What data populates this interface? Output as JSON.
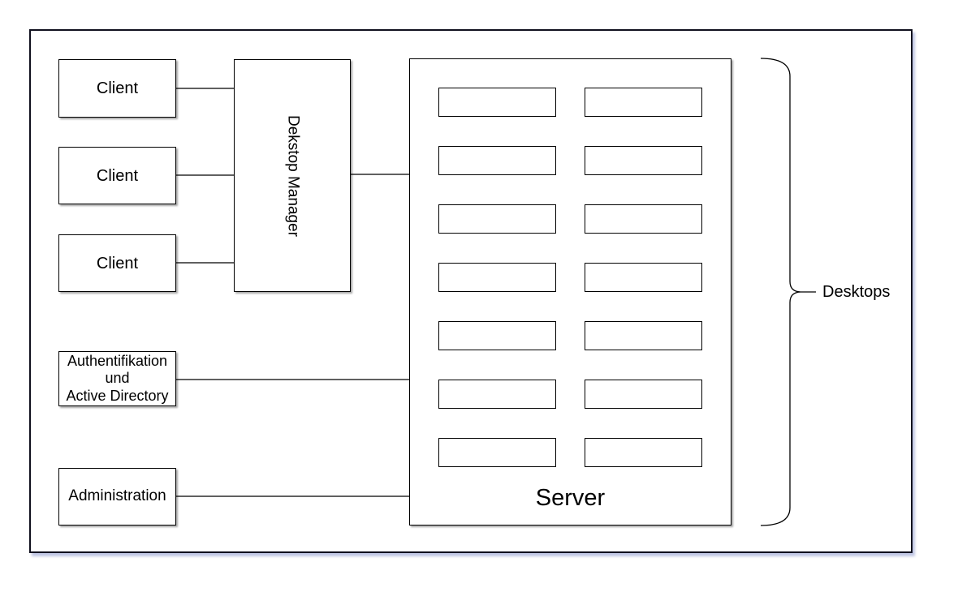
{
  "nodes": {
    "clients": [
      "Client",
      "Client",
      "Client"
    ],
    "desktop_manager": "Dekstop Manager",
    "authentication": "Authentifikation\nund\nActive Directory",
    "administration": "Administration",
    "server": "Server"
  },
  "server": {
    "desktop_slot_count": 14,
    "slot_columns": 2,
    "slot_rows": 7
  },
  "annotations": {
    "brace_label": "Desktops"
  },
  "colors": {
    "box_fill": "#ffffff",
    "box_border": "#000000",
    "frame_border": "#10101e",
    "frame_shadow": "#c9cfe8",
    "connector": "#000000",
    "text": "#000000"
  }
}
